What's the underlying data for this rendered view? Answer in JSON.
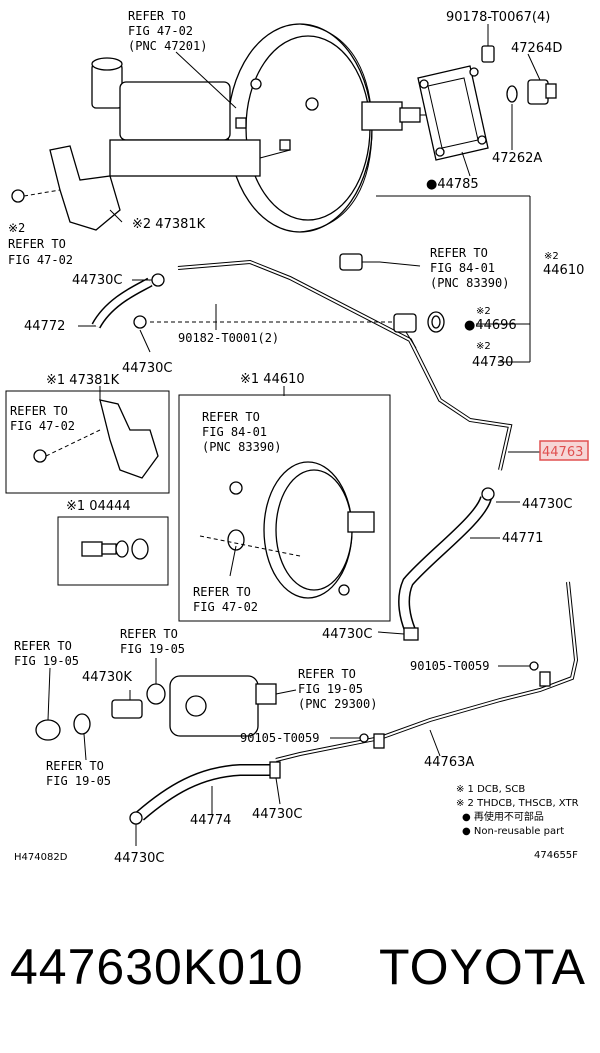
{
  "labels": {
    "refer_fig47_02_top": [
      "REFER TO",
      "FIG 47-02",
      "(PNC 47201)"
    ],
    "p90178": "90178-T0067(4)",
    "p47264D": "47264D",
    "p47262A": "47262A",
    "p44785": "●44785",
    "p47381K_top": "※2 47381K",
    "refer_fig47_02_left": [
      "※2",
      "REFER TO",
      "FIG 47-02"
    ],
    "refer_fig84_top": [
      "REFER TO",
      "FIG 84-01",
      "(PNC 83390)"
    ],
    "p44610_right": "※2",
    "p44610_right_num": "44610",
    "p44730C_a": "44730C",
    "p44772": "44772",
    "p90182": "90182-T0001(2)",
    "p44696": "●44696",
    "p44696_mark": "※2",
    "p44730_mark": "※2",
    "p44730": "44730",
    "p44730C_b": "44730C",
    "box1_title": "※1 47381K",
    "box1_refer": [
      "REFER TO",
      "FIG 47-02"
    ],
    "box2_title": "※1 04444",
    "box3_title": "※1 44610",
    "box3_refer_top": [
      "REFER TO",
      "FIG 84-01",
      "(PNC 83390)"
    ],
    "box3_refer_bot": [
      "REFER TO",
      "FIG 47-02"
    ],
    "p44763": "44763",
    "p44730C_c": "44730C",
    "p44771": "44771",
    "p44730C_d": "44730C",
    "p90105_a": "90105-T0059",
    "refer_fig19_a": [
      "REFER TO",
      "FIG 19-05"
    ],
    "refer_fig19_b": [
      "REFER TO",
      "FIG 19-05"
    ],
    "p44730K": "44730K",
    "refer_fig19_c": [
      "REFER TO",
      "FIG 19-05",
      "(PNC 29300)"
    ],
    "p90105_b": "90105-T0059",
    "p44763A": "44763A",
    "refer_fig19_d": [
      "REFER TO",
      "FIG 19-05"
    ],
    "p44774": "44774",
    "p44730C_e": "44730C",
    "p44730C_f": "44730C",
    "legend": [
      "※ 1 DCB, SCB",
      "※ 2 THDCB, THSCB, XTR",
      "● 再使用不可部品",
      "● Non-reusable part"
    ],
    "code_left": "H474082D",
    "code_right": "474655F"
  },
  "highlight_color": "#e05050",
  "footer": {
    "part_number": "447630K010",
    "brand": "TOYOTA"
  }
}
